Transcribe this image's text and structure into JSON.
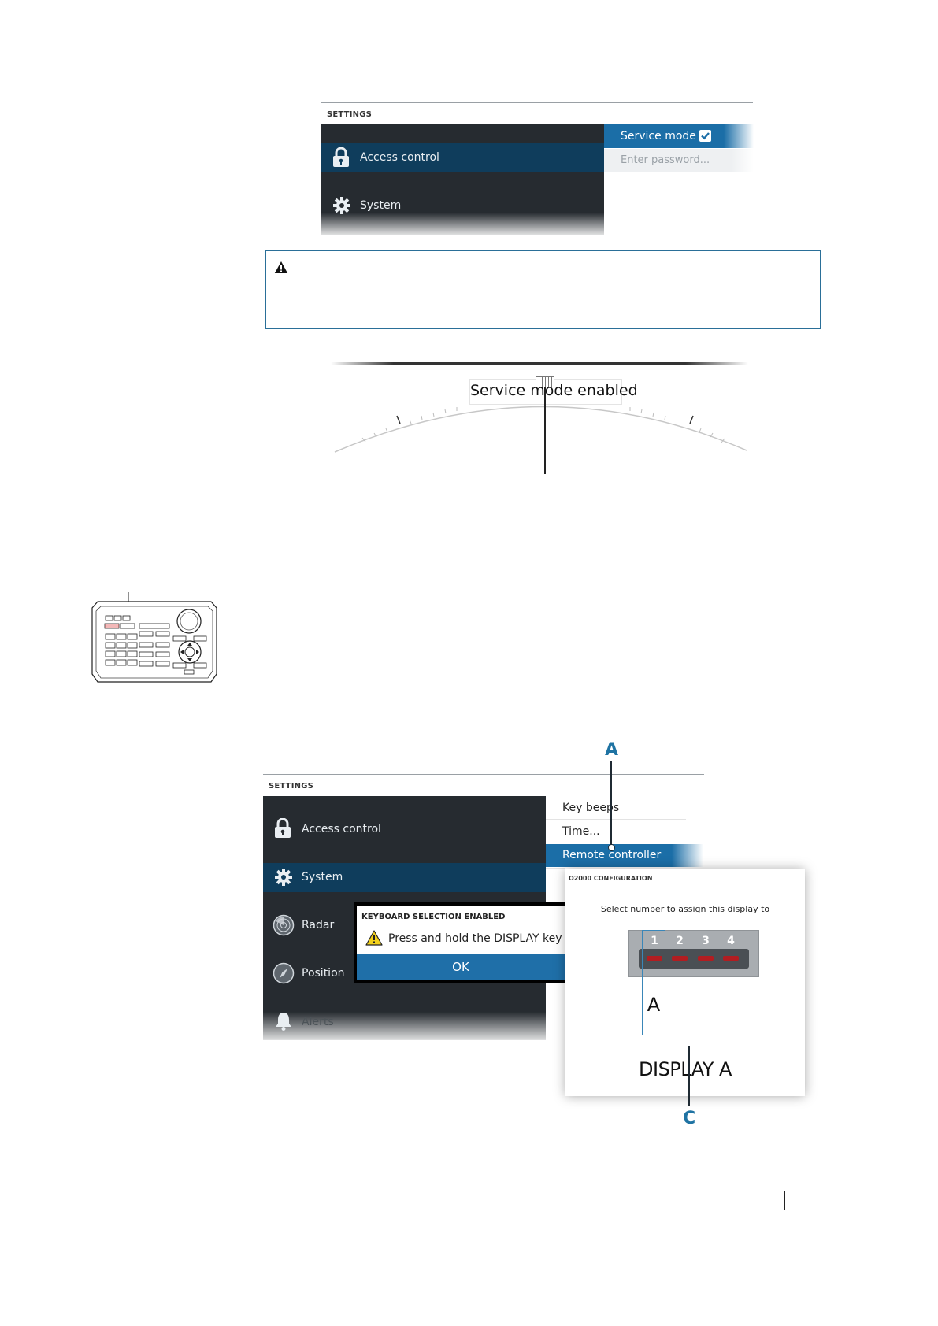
{
  "figure1": {
    "title": "SETTINGS",
    "items": [
      {
        "label": "Access control",
        "icon": "lock-icon"
      },
      {
        "label": "System",
        "icon": "gear-icon"
      }
    ],
    "submenu": {
      "service_mode_label": "Service mode",
      "service_mode_checked": true,
      "password_placeholder": "Enter password..."
    }
  },
  "warning": {
    "icon": "warning-icon"
  },
  "service_banner": {
    "text": "Service mode enabled"
  },
  "keypad": {
    "icon": "keypad-illustration"
  },
  "figure2": {
    "title": "SETTINGS",
    "items": [
      {
        "label": "Access control",
        "icon": "lock-icon"
      },
      {
        "label": "System",
        "icon": "gear-icon"
      },
      {
        "label": "Radar",
        "icon": "radar-icon"
      },
      {
        "label": "Position",
        "icon": "compass-icon"
      },
      {
        "label": "Alerts",
        "icon": "bell-icon"
      }
    ],
    "submenu": [
      "Key beeps",
      "Time...",
      "Remote controller"
    ],
    "dialog": {
      "title": "KEYBOARD SELECTION ENABLED",
      "message": "Press and hold the DISPLAY key",
      "ok": "OK"
    },
    "config": {
      "title": "O2000 CONFIGURATION",
      "prompt": "Select number to assign this display to",
      "numbers": [
        "1",
        "2",
        "3",
        "4"
      ],
      "selected_letter": "A",
      "display_label": "DISPLAY A"
    },
    "callouts": {
      "a": "A",
      "c": "C"
    }
  },
  "colors": {
    "panel_dark": "#262b30",
    "highlight": "#0f3d5c",
    "accent_blue": "#1b6ea7",
    "callout_blue": "#1f73a3"
  }
}
